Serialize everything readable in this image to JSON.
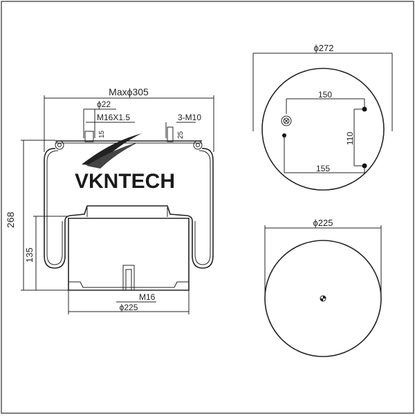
{
  "brand": {
    "logo_text": "VKNTECH"
  },
  "side_view": {
    "max_diameter": "Maxϕ305",
    "stud_diameter": "ϕ22",
    "stud_thread": "M16X1.5",
    "stud_height": "15",
    "bolts": "3-M10",
    "bolt_height": "25",
    "total_height": "268",
    "piston_height": "135",
    "bottom_thread": "M16",
    "piston_diameter": "ϕ225"
  },
  "top_view": {
    "diameter": "ϕ272",
    "spacing_top": "150",
    "spacing_bottom": "155",
    "spacing_vertical": "110"
  },
  "bottom_view": {
    "diameter": "ϕ225"
  }
}
